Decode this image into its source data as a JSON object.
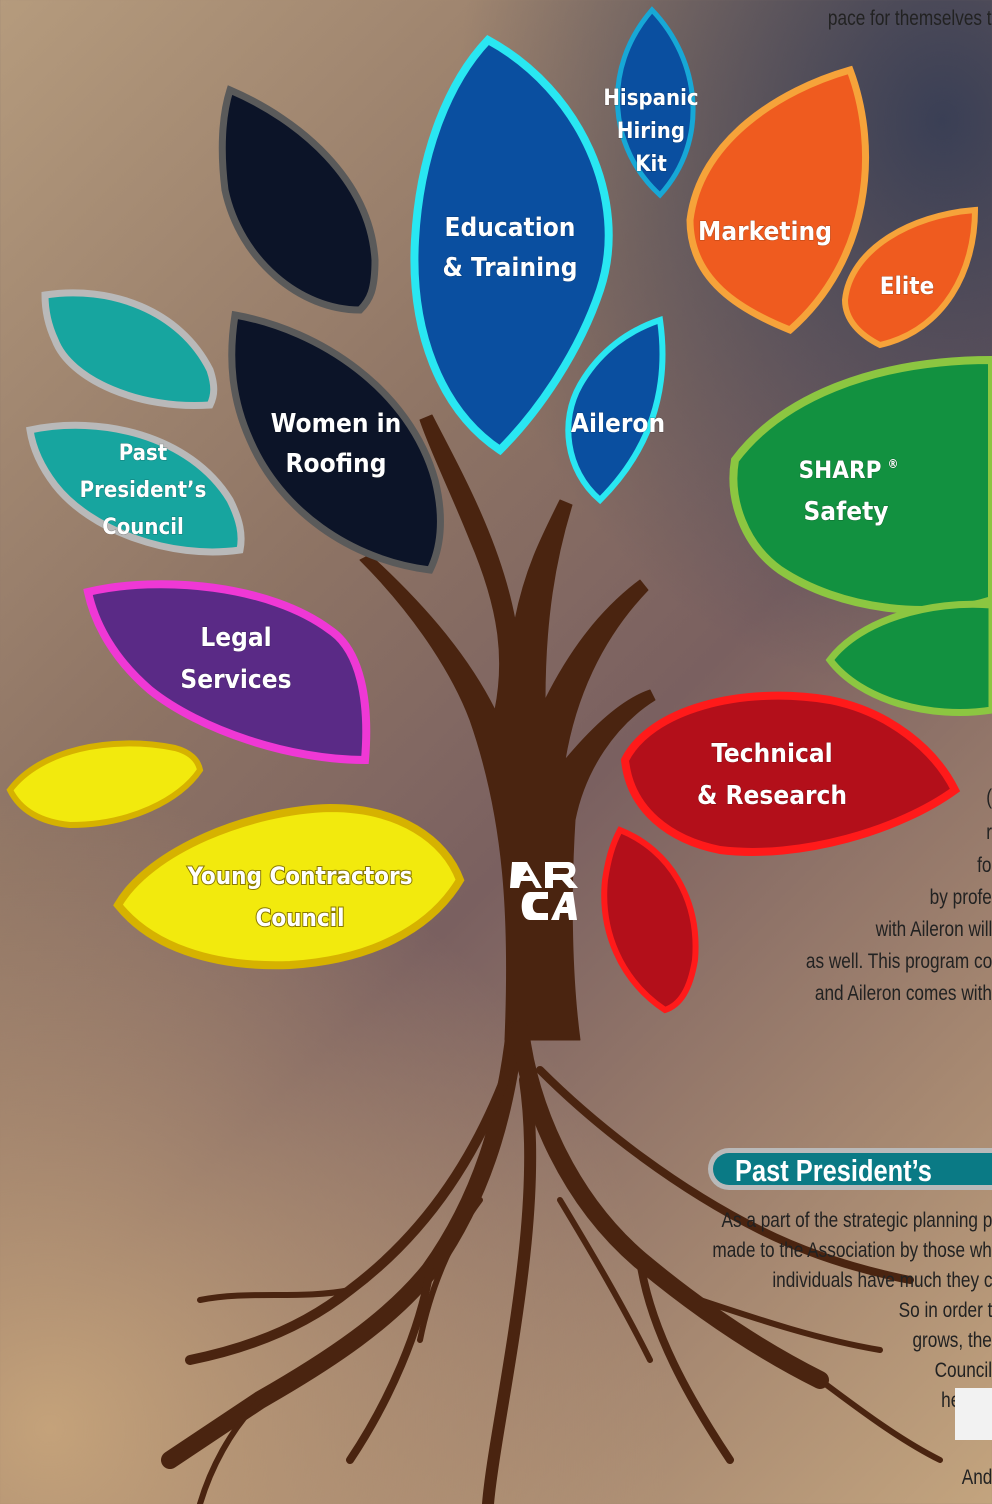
{
  "intro_text": "pace  for  themselves  t",
  "leaves": {
    "hispanic": "Hispanic Hiring Kit",
    "hispanic_lines": [
      "Hispanic",
      "Hiring",
      "Kit"
    ],
    "education": [
      "Education",
      "& Training"
    ],
    "marketing": "Marketing",
    "elite": "Elite",
    "aileron": "Aileron",
    "women": [
      "Women in",
      "Roofing"
    ],
    "past_presidents": [
      "Past",
      "President’s",
      "Council"
    ],
    "sharp": [
      "SHARP",
      "Safety"
    ],
    "sharp_mark": "®",
    "legal": [
      "Legal",
      "Services"
    ],
    "technical": [
      "Technical",
      "& Research"
    ],
    "young": [
      "Young Contractors",
      "Council"
    ]
  },
  "logo": {
    "lettering": "ARCA"
  },
  "aileron_section": {
    "lines": [
      "(",
      "r",
      "fo",
      "by  profe",
      "with Aileron will",
      "as well.  This program co",
      "and  Aileron  comes  with"
    ]
  },
  "past_presidents_section": {
    "heading": "Past President’s",
    "lines": [
      "As a part of the strategic planning p",
      "made to the Association by those wh",
      "individuals have much they c",
      "So in order t",
      "grows, the",
      "Council",
      "held  in"
    ]
  },
  "footer_text": "And",
  "colors": {
    "trunk": "#4a2410",
    "education": "#0a4fa0",
    "education_border": "#29e7f2",
    "marketing": "#ef5b1f",
    "marketing_border": "#f6a33a",
    "sharp": "#129140",
    "sharp_border": "#8cc641",
    "legal": "#5a2a86",
    "legal_border": "#ef38d5",
    "technical": "#b30f1a",
    "technical_border": "#ff1a1a",
    "young": "#f2ea0d",
    "young_border": "#d6b200",
    "teal": "#17a59f",
    "teal_border": "#b9b9b9",
    "navy": "#0c1428",
    "navy_border": "#5a5a5a",
    "banner": "#0a7a85"
  }
}
